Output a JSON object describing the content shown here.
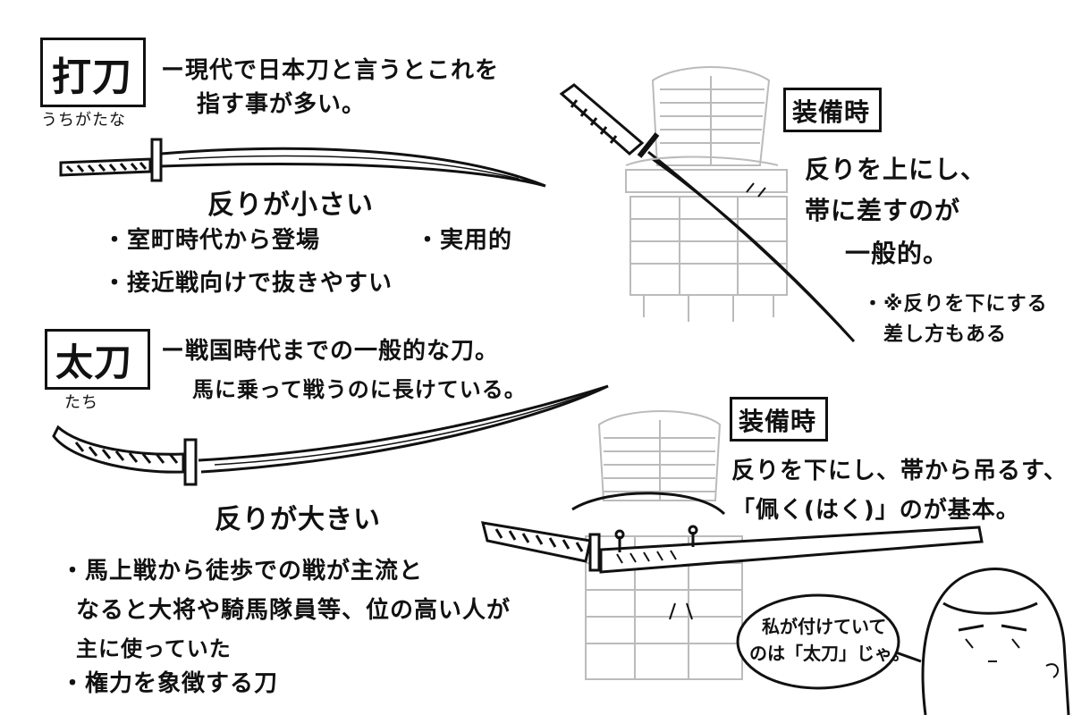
{
  "uchigatana": {
    "title": "打刀",
    "reading": "うちがたな",
    "desc_line1": "ー現代で日本刀と言うとこれを",
    "desc_line2": "指す事が多い。",
    "curve": "反りが小さい",
    "bullet1": "・室町時代から登場",
    "bullet2": "・実用的",
    "bullet3": "・接近戦向けで抜きやすい"
  },
  "tachi": {
    "title": "太刀",
    "reading": "たち",
    "desc_line1": "ー戦国時代までの一般的な刀。",
    "desc_line2": "馬に乗って戦うのに長けている。",
    "curve": "反りが大きい",
    "bullet1": "・馬上戦から徒歩での戦が主流と",
    "bullet2": "なると大将や騎馬隊員等、位の高い人が",
    "bullet3": "主に使っていた",
    "bullet4": "・権力を象徴する刀"
  },
  "equip_uchigatana": {
    "label": "装備時",
    "line1": "反りを上にし、",
    "line2": "帯に差すのが",
    "line3": "一般的。",
    "note1": "・※反りを下にする",
    "note2": "差し方もある"
  },
  "equip_tachi": {
    "label": "装備時",
    "line1": "反りを下にし、帯から吊るす、",
    "line2": "「佩く(はく)」のが基本。"
  },
  "speech": {
    "line1": "私が付けていて",
    "line2": "のは「太刀」じゃ。"
  },
  "colors": {
    "ink": "#111111",
    "sketch": "#bbbbbb"
  }
}
